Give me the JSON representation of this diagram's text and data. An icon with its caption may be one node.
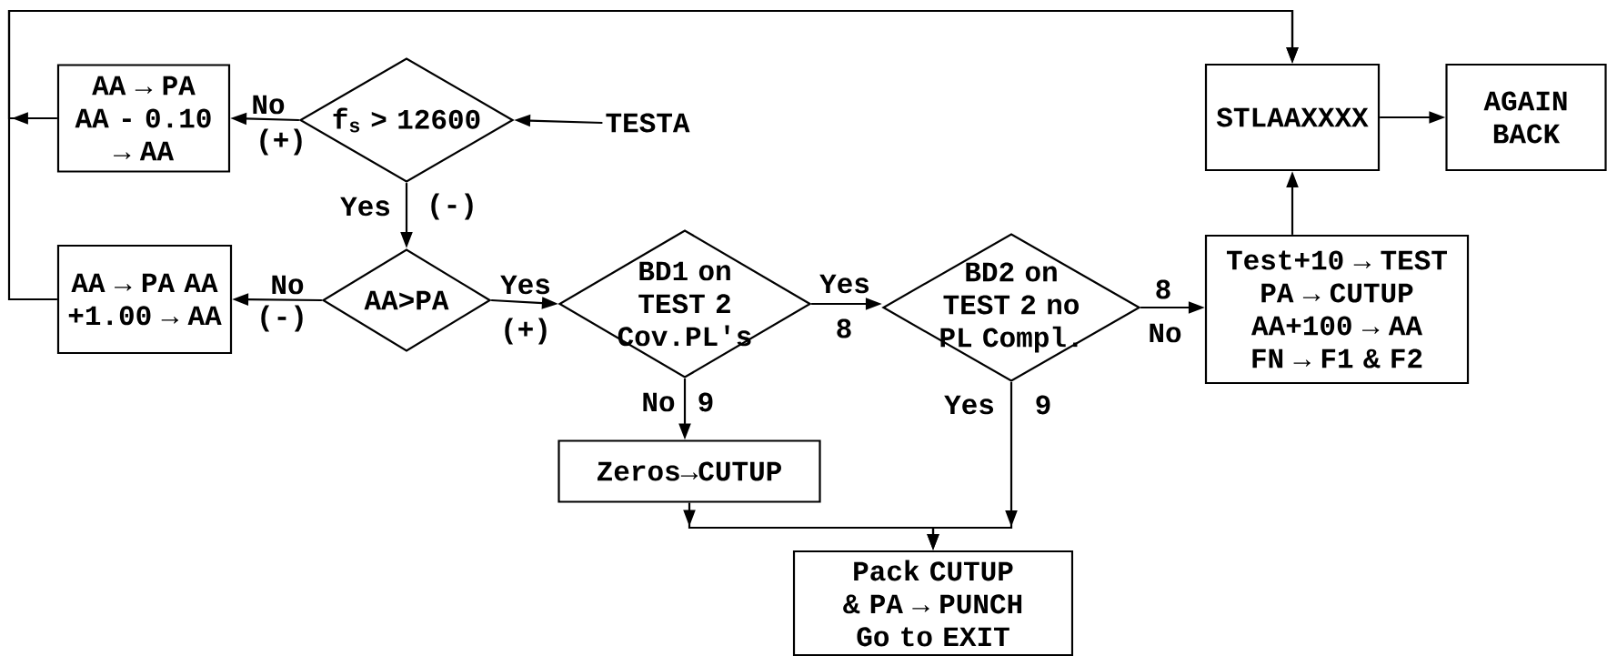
{
  "diagram": {
    "nodes": [
      {
        "text": [
          "f$_{s}$ > 12600"
        ]
      },
      {
        "text": [
          "TESTA"
        ]
      },
      {
        "text": [
          "AA → PA AA - 0.10 → AA"
        ]
      },
      {
        "text": [
          "AA>PA"
        ]
      },
      {
        "text": [
          "AA → PA AA +1.00 → AA"
        ]
      },
      {
        "text": [
          "BD1 on TEST 2 Cov.PL's"
        ]
      },
      {
        "text": [
          "BD2 on TEST 2 no PL Compl."
        ]
      },
      {
        "text": [
          "Test+10 → TEST",
          "PA → CUTUP",
          "AA+100 → AA",
          "FN → F1 & F2"
        ]
      },
      {
        "text": [
          "STLAAXXXX"
        ]
      },
      {
        "text": [
          "AGAIN BACK"
        ]
      },
      {
        "text": [
          "Zeros→CUTUP"
        ]
      },
      {
        "text": [
          "Pack CUTUP & PA → PUNCH",
          "Go to EXIT"
        ]
      }
    ],
    "edges": [
      {
        "from": 1,
        "to": 0,
        "arrow": "to"
      },
      {
        "from": 0,
        "to": 2,
        "arrow": "to",
        "label": "No"
      },
      {
        "from": 0,
        "to": 3,
        "arrow": "to",
        "label": "Yes"
      },
      {
        "from": 2,
        "to": 8,
        "arrow": "to"
      },
      {
        "from": 4,
        "to": 8,
        "arrow": "to"
      },
      {
        "from": 3,
        "to": 4,
        "arrow": "to",
        "label": "No"
      },
      {
        "from": 3,
        "to": 5,
        "arrow": "to",
        "label": "Yes"
      },
      {
        "from": 5,
        "to": 6,
        "arrow": "to",
        "label": "Yes"
      },
      {
        "from": 5,
        "to": 10,
        "arrow": "to",
        "label": "No"
      },
      {
        "from": 6,
        "to": 7,
        "arrow": "to",
        "label": "No"
      },
      {
        "from": 6,
        "to": 11,
        "arrow": "to",
        "label": "Yes"
      },
      {
        "from": 10,
        "to": 11,
        "arrow": "to"
      },
      {
        "from": 7,
        "to": 8,
        "arrow": "to"
      },
      {
        "from": 8,
        "to": 9,
        "arrow": "to"
      }
    ],
    "labels": [
      "(+)",
      "(-)",
      "(-)",
      "(+)",
      "8",
      "9",
      "8",
      "9"
    ]
  }
}
